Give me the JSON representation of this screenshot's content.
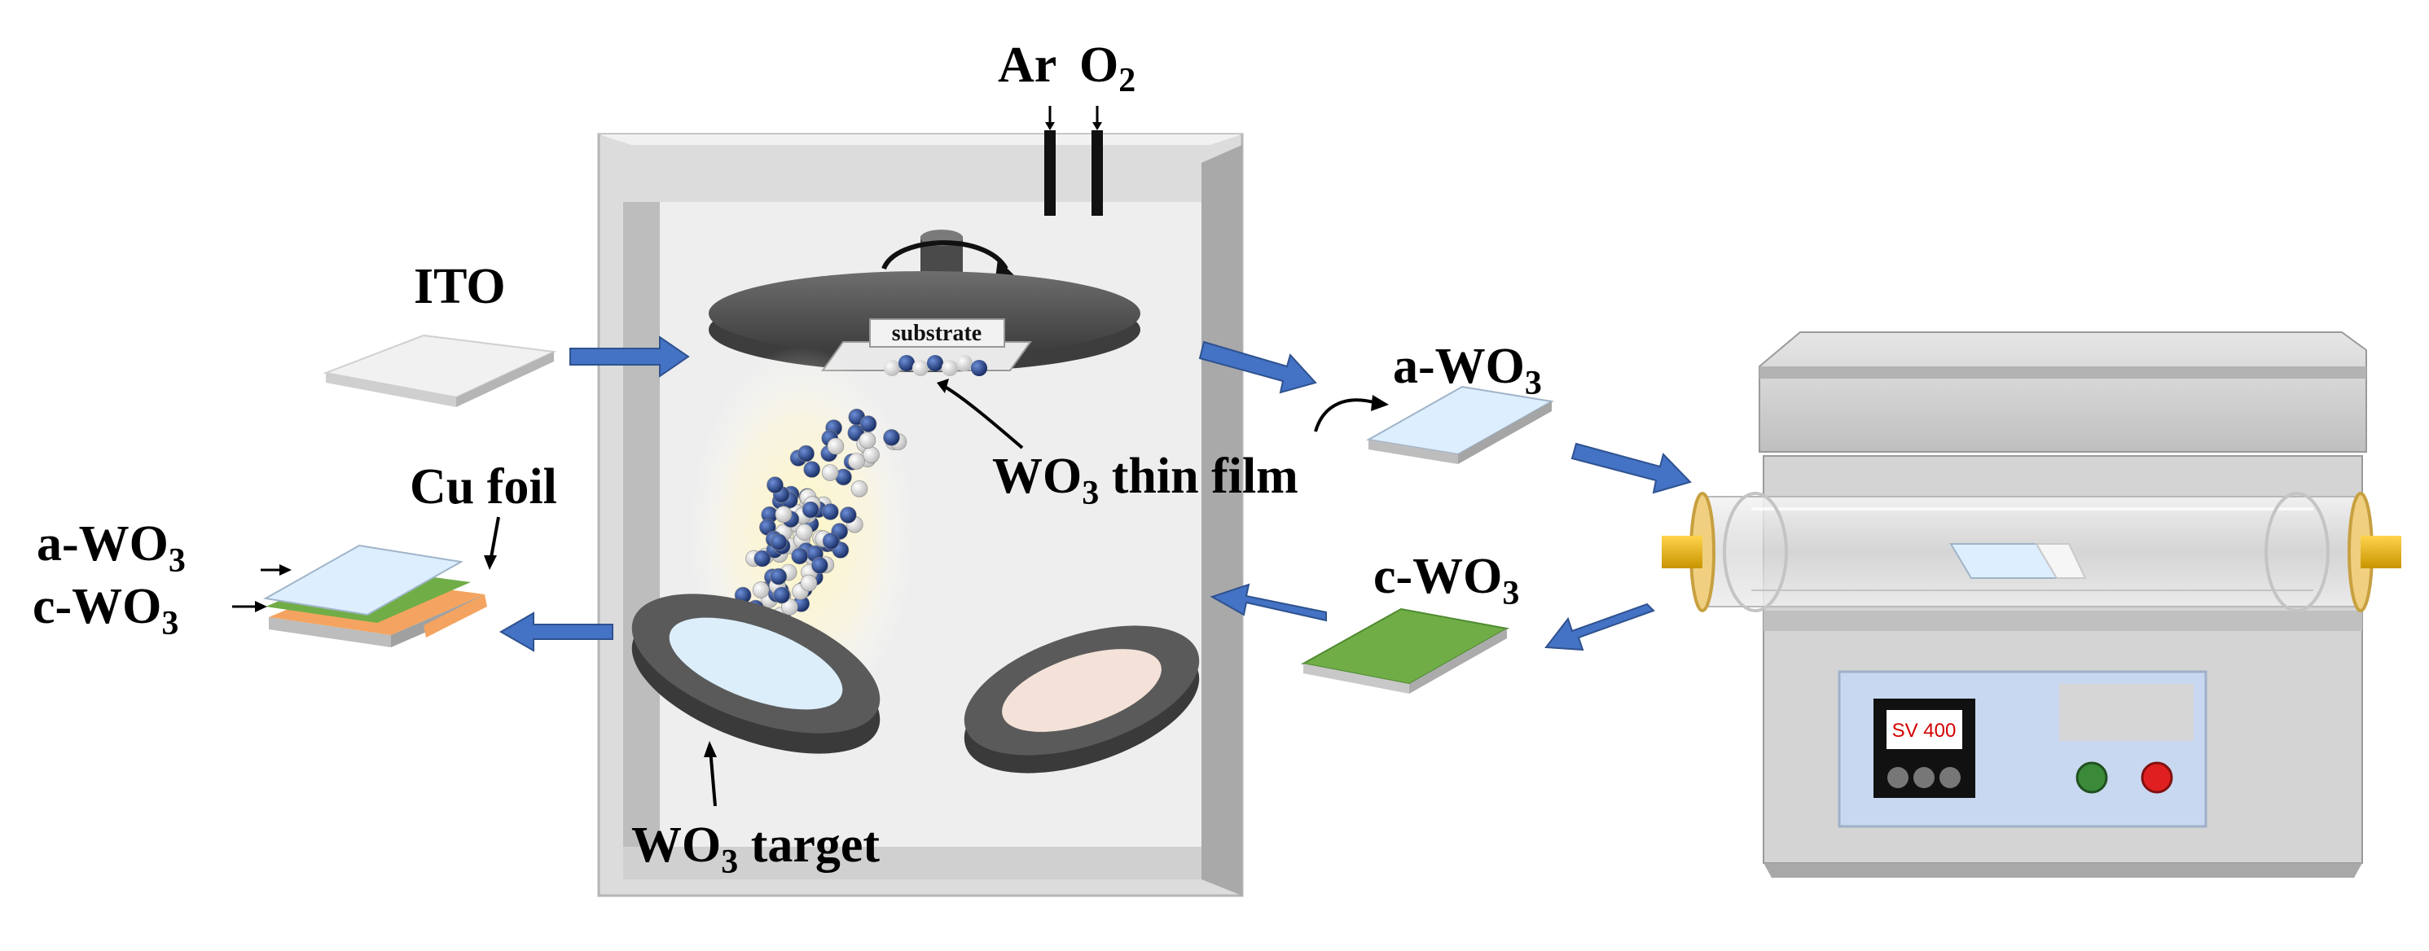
{
  "gases": {
    "ar": "Ar",
    "o2_base": "O",
    "o2_sub": "2"
  },
  "labels": {
    "ito": "ITO",
    "substrate": "substrate",
    "a_wo3_base": "a-WO",
    "a_wo3_sub": "3",
    "c_wo3_base": "c-WO",
    "c_wo3_sub": "3",
    "thin_film_pre": "WO",
    "thin_film_sub": "3",
    "thin_film_post": " thin film",
    "target_pre": "WO",
    "target_sub": "3",
    "target_post": " target",
    "cu_foil": "Cu foil",
    "stack_a_base": "a-WO",
    "stack_a_sub": "3",
    "stack_c_base": "c-WO",
    "stack_c_sub": "3"
  },
  "furnace": {
    "display": "SV 400"
  },
  "colors": {
    "chamber": "#d9d9d9",
    "chamber_inner": "#eeeeee",
    "holder": "#4a4a4a",
    "arrow_blue": "#4472c4",
    "amorphous_film": "#ddeeff",
    "crystalline_film": "#70ad47",
    "cu_foil": "#f4a460",
    "atom_dark": "#1f3a7a",
    "atom_light": "#ffffff",
    "button_green": "#3a8a3a",
    "button_red": "#e02020",
    "panel_blue": "#c8d8f0"
  }
}
